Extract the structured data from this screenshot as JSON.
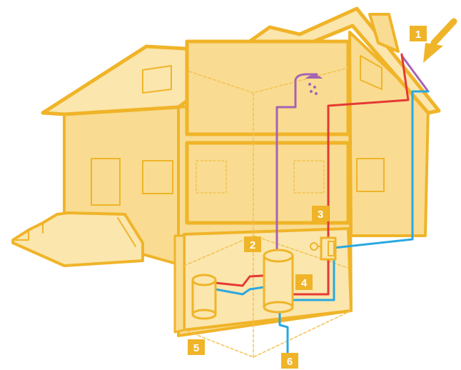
{
  "colors": {
    "house_fill": "#f9dc91",
    "house_light": "#fbe6ad",
    "outline": "#f0b429",
    "thin_line": "#f3c253",
    "badge": "#f0b429",
    "hot_pipe": "#e53935",
    "cold_pipe": "#29a8e0",
    "shower_pipe": "#a563b3",
    "background": "#ffffff"
  },
  "labels": {
    "l1": "1",
    "l2": "2",
    "l3": "3",
    "l4": "4",
    "l5": "5",
    "l6": "6"
  },
  "icons": {
    "sun_arrow": "arrow-icon",
    "shower": "shower-icon"
  }
}
